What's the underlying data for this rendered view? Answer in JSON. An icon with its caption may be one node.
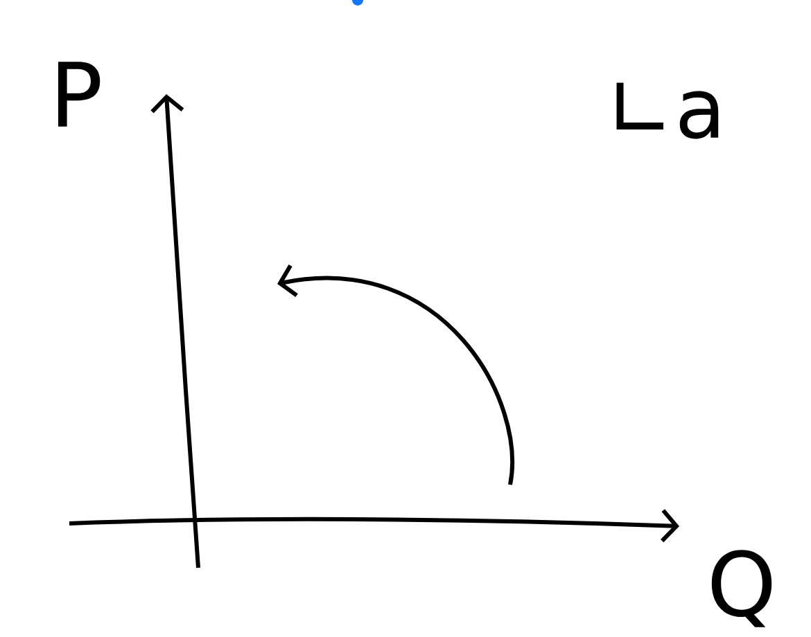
{
  "diagram": {
    "labels": [
      "P",
      "∟a",
      "Q"
    ]
  }
}
